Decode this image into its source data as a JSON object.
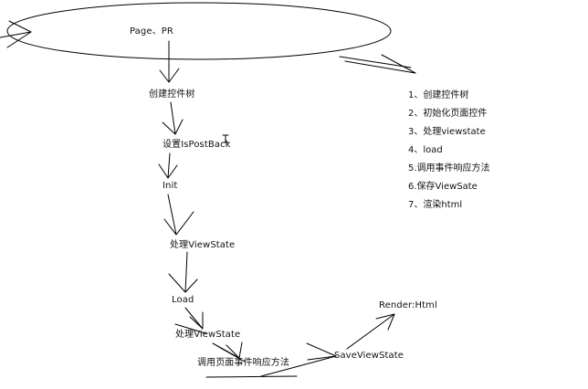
{
  "diagram": {
    "ellipse_label": "Page、PR",
    "nodes": [
      {
        "id": "create",
        "label": "创建控件树"
      },
      {
        "id": "ispostback",
        "label": "设置IsPostBack"
      },
      {
        "id": "init",
        "label": "Init"
      },
      {
        "id": "viewstate1",
        "label": "处理ViewState"
      },
      {
        "id": "load",
        "label": "Load"
      },
      {
        "id": "viewstate2",
        "label": "处理ViewState"
      },
      {
        "id": "events",
        "label": "调用页面事件响应方法"
      },
      {
        "id": "saveviewstate",
        "label": "SaveViewState"
      },
      {
        "id": "render",
        "label": "Render:Html"
      }
    ],
    "steps": [
      "1、创建控件树",
      "2、初始化页面控件",
      "3、处理viewstate",
      "4、load",
      "5.调用事件响应方法",
      "6.保存ViewSate",
      "7、渲染html"
    ]
  }
}
